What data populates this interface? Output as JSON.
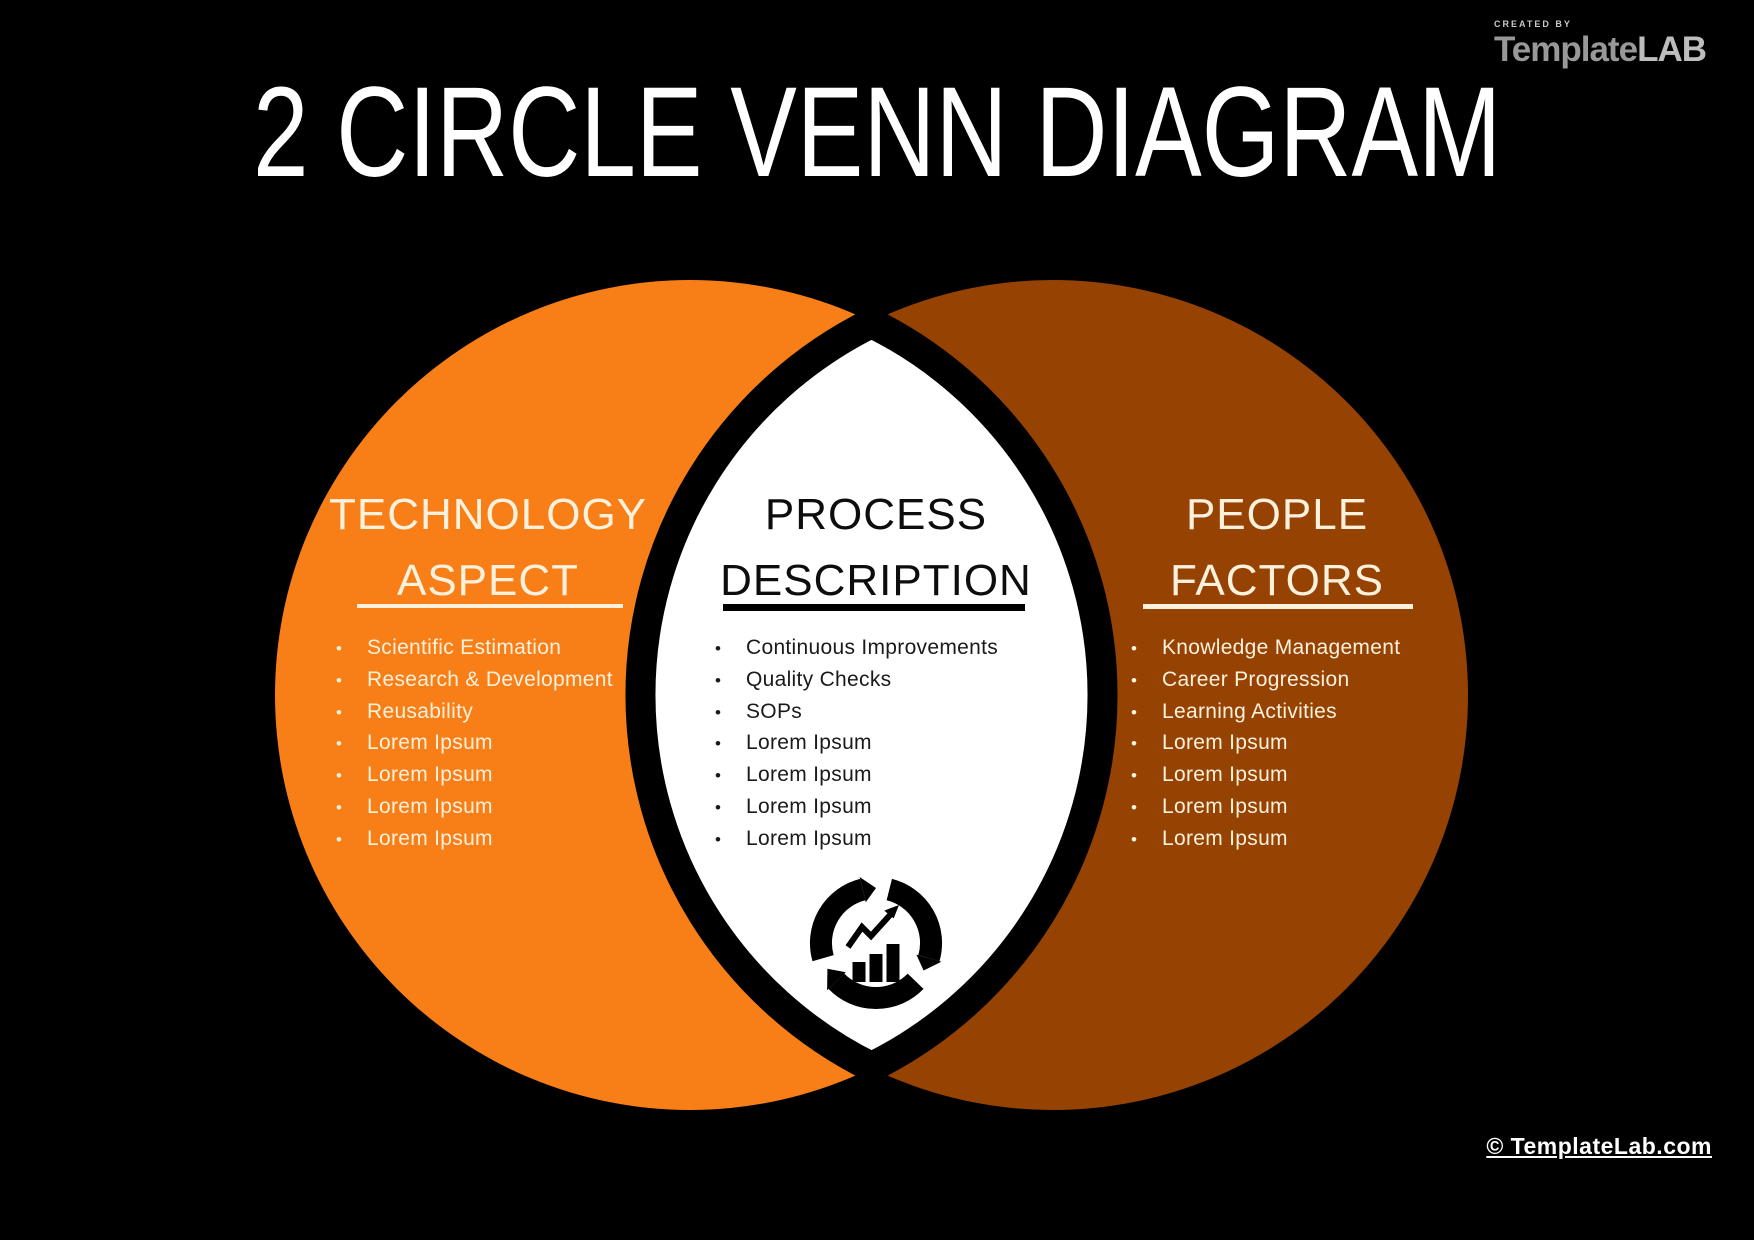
{
  "page": {
    "title": "2 CIRCLE VENN DIAGRAM",
    "background_color": "#000000"
  },
  "branding": {
    "created_by": "CREATED BY",
    "logo_main": "Template",
    "logo_accent": "LAB",
    "logo_color": "#989898",
    "footer_link": "© TemplateLab.com"
  },
  "venn": {
    "bullet_char": "•",
    "lens_outline_color": "#000000",
    "left": {
      "title_line1": "TECHNOLOGY",
      "title_line2": "ASPECT",
      "circle_color": "#F87E17",
      "text_color": "#FBF1DC",
      "items": [
        "Scientific Estimation",
        "Research & Development",
        "Reusability",
        "Lorem Ipsum",
        "Lorem Ipsum",
        "Lorem Ipsum",
        "Lorem Ipsum"
      ]
    },
    "center": {
      "title_line1": "PROCESS",
      "title_line2": "DESCRIPTION",
      "lens_color": "#FFFFFF",
      "text_color": "#000000",
      "icon": "growth-cycle-icon",
      "items": [
        "Continuous Improvements",
        "Quality Checks",
        "SOPs",
        "Lorem Ipsum",
        "Lorem Ipsum",
        "Lorem Ipsum",
        "Lorem Ipsum"
      ]
    },
    "right": {
      "title_line1": "PEOPLE",
      "title_line2": "FACTORS",
      "circle_color": "#964203",
      "text_color": "#FBF1DC",
      "items": [
        "Knowledge Management",
        "Career Progression",
        "Learning Activities",
        "Lorem Ipsum",
        "Lorem Ipsum",
        "Lorem Ipsum",
        "Lorem Ipsum"
      ]
    }
  }
}
